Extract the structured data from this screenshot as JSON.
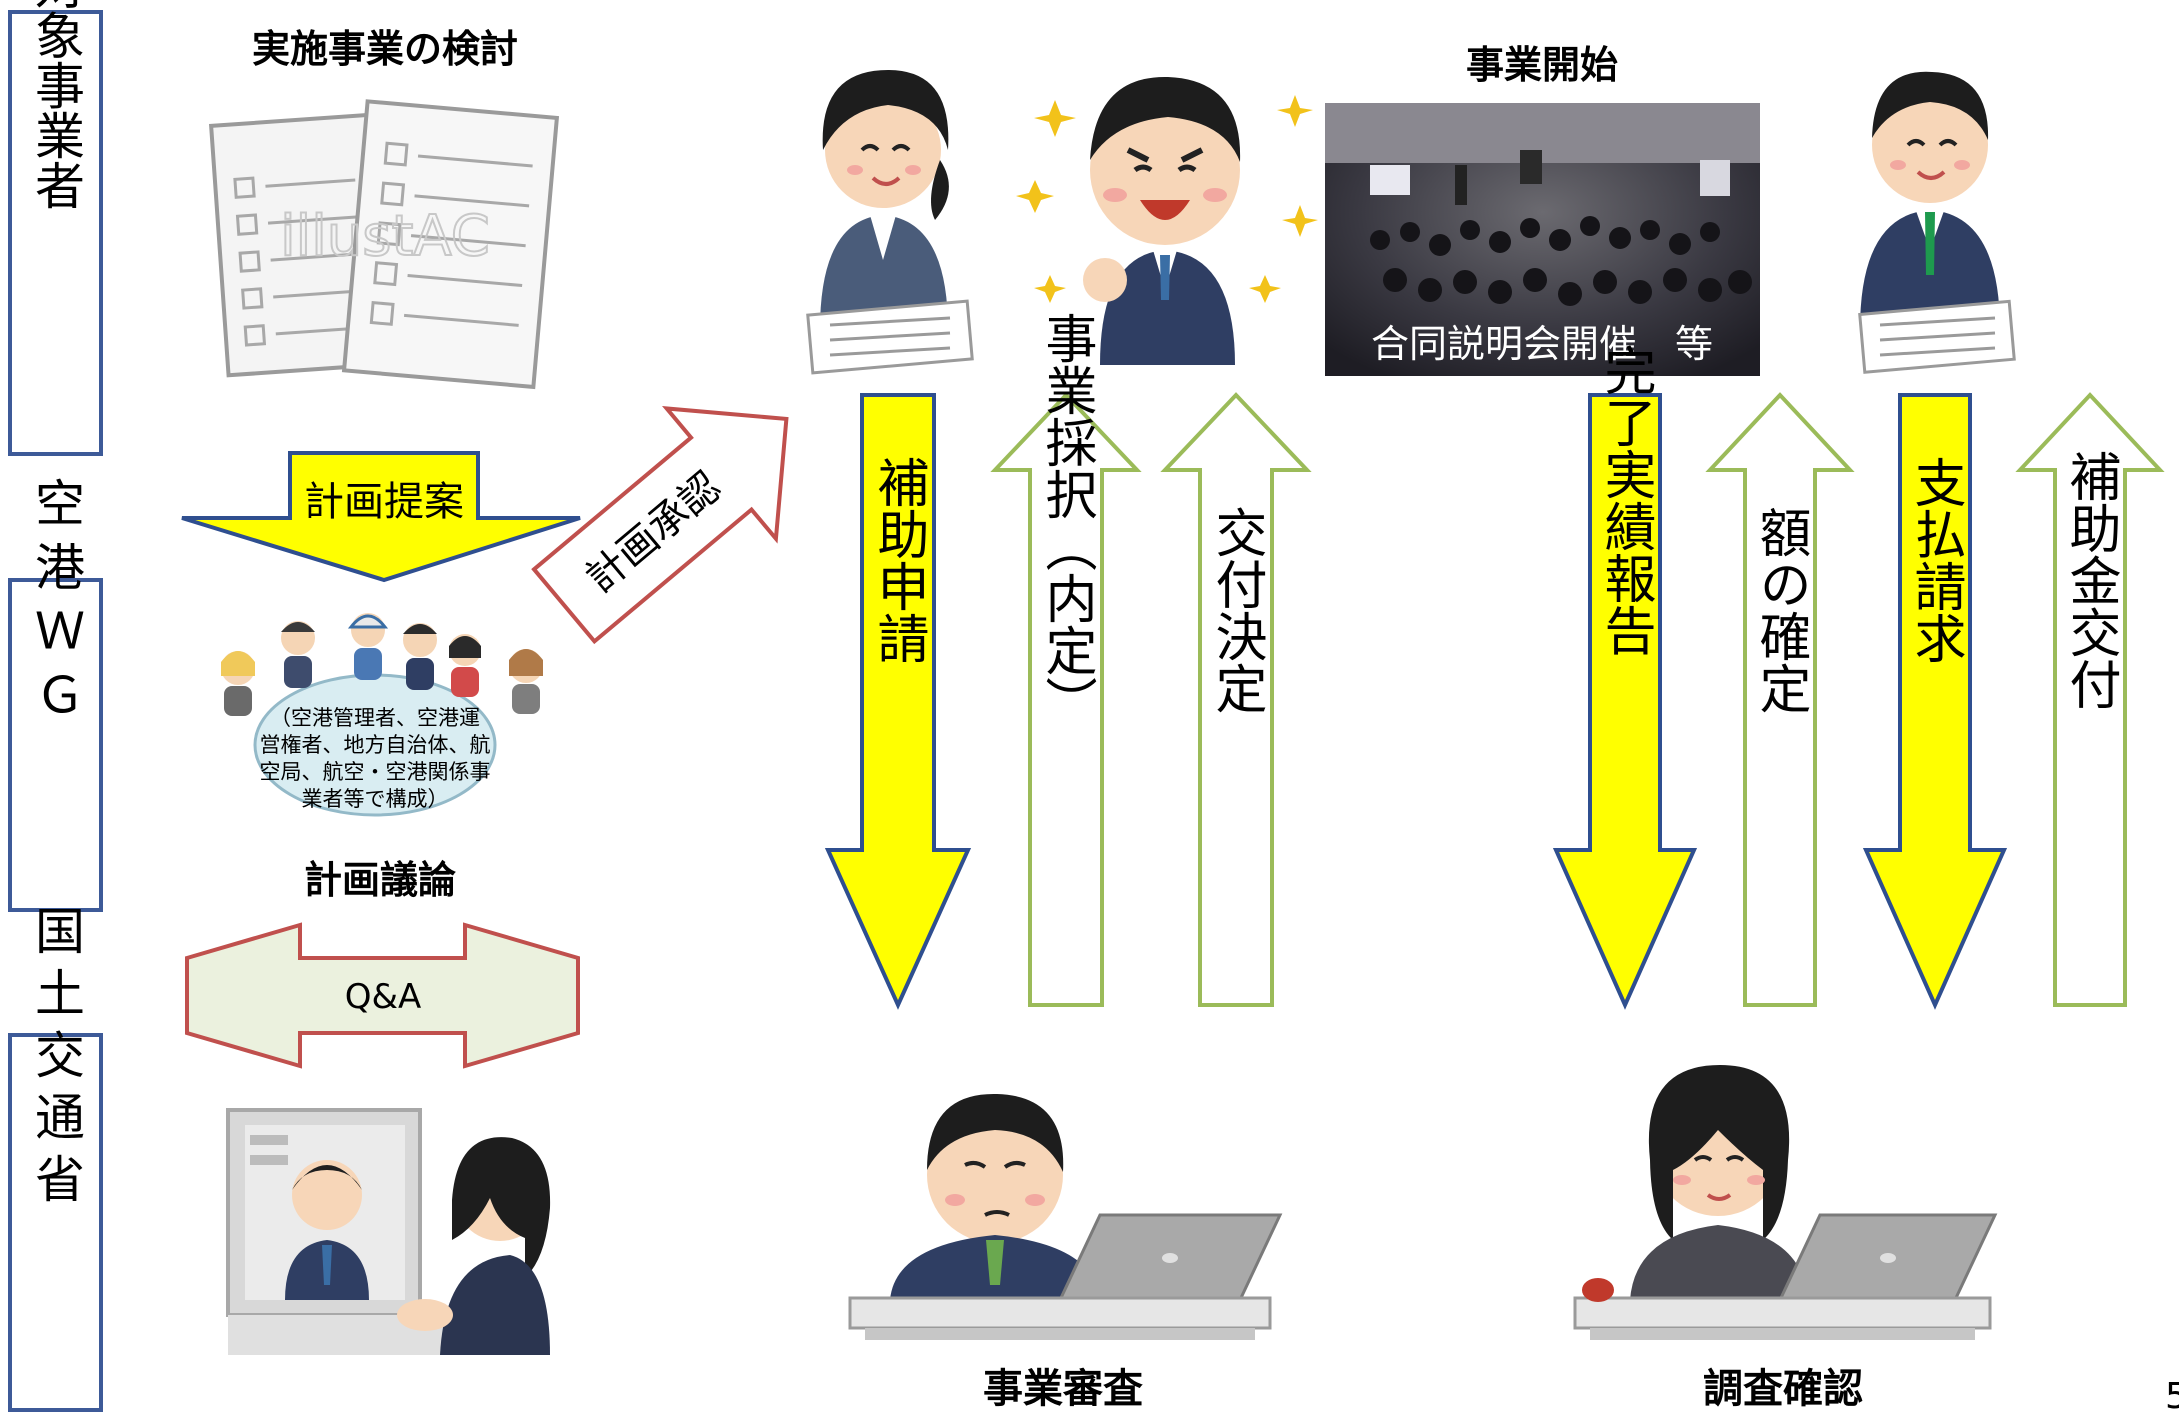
{
  "roles": {
    "operator": "補助対象事業者",
    "airport_wg": "空港ＷＧ",
    "mlit": "国土交通省"
  },
  "captions": {
    "study": "実施事業の検討",
    "wg_discussion": "計画議論",
    "business_start": "事業開始",
    "review": "事業審査",
    "survey": "調査確認",
    "photo": "合同説明会開催　等",
    "wg_members": [
      "（空港管理者、空港運",
      "営権者、地方自治体、航",
      "空局、航空・空港関係事",
      "業者等で構成）"
    ],
    "watermark": "illustAC",
    "page_number": "5"
  },
  "arrows": {
    "plan_proposal": "計画提案",
    "plan_approval": "計画承認",
    "qa": "Q&A",
    "subsidy_application": "補助申請",
    "adoption": "事業採択（内定）",
    "grant_decision": "交付決定",
    "completion_report": "完了実績報告",
    "amount_confirmation": "額の確定",
    "payment_request": "支払請求",
    "subsidy_payment": "補助金交付"
  },
  "colors": {
    "frame": "#3d5a98",
    "yellow_fill": "#ffff00",
    "blue_border": "#2f4f8f",
    "green_border": "#9bbb59",
    "red_border": "#c0504d",
    "qa_fill": "#ebf1de",
    "wg_ellipse": "#d9edf2",
    "wg_border": "#93b9c8"
  },
  "icons": [
    "document-icon",
    "woman-presenter-icon",
    "man-cheer-icon",
    "seminar-photo",
    "man-presenter-icon",
    "video-call-icon",
    "man-laptop-icon",
    "woman-laptop-icon",
    "wg-group-icon"
  ]
}
